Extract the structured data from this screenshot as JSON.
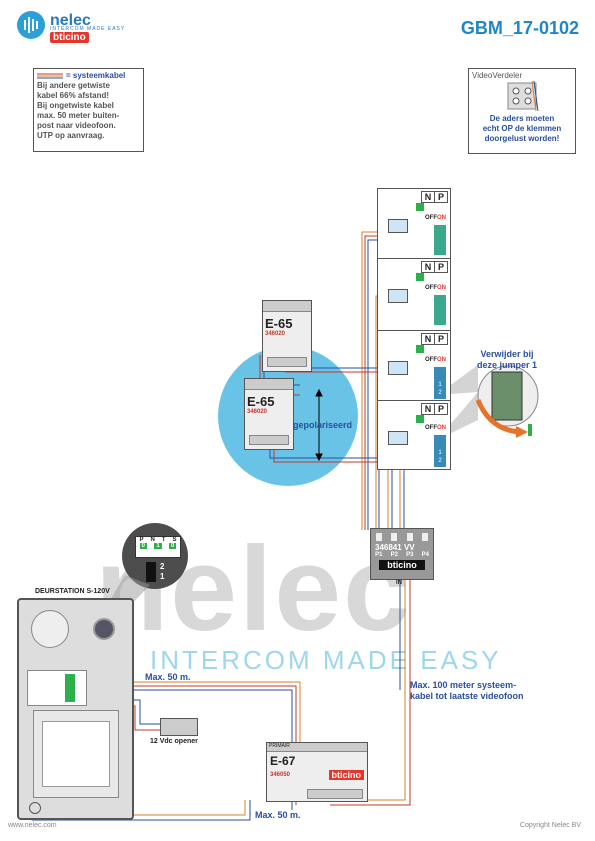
{
  "header": {
    "logo_name": "nelec",
    "logo_tagline": "INTERCOM MADE EASY",
    "logo_brand": "bticino",
    "document_id": "GBM_17-0102"
  },
  "legend_note": {
    "title": "= systeemkabel",
    "lines": [
      "Bij andere getwiste",
      "kabel 66% afstand!",
      "Bij ongetwiste kabel",
      "max. 50 meter buiten-",
      "post naar videofoon.",
      "UTP op aanvraag."
    ]
  },
  "distributor_note": {
    "title": "VideoVerdeler",
    "lines": [
      "De aders moeten",
      "echt OP de klemmen",
      "doorgelust worden!"
    ]
  },
  "monitors": [
    {
      "n": "N",
      "p": "P",
      "off": "OFF",
      "on": "ON"
    },
    {
      "n": "N",
      "p": "P",
      "off": "OFF",
      "on": "ON"
    },
    {
      "n": "N",
      "p": "P",
      "off": "OFF",
      "on": "ON",
      "terminals": [
        "1",
        "2"
      ]
    },
    {
      "n": "N",
      "p": "P",
      "off": "OFF",
      "on": "ON",
      "terminals": [
        "1",
        "2"
      ]
    }
  ],
  "power_supplies": [
    {
      "model": "E-65",
      "code": "346020"
    },
    {
      "model": "E-65",
      "code": "346020"
    }
  ],
  "polarity_label": "gepolariseerd",
  "jumper_note": [
    "Verwijder bij",
    "deze jumper 1"
  ],
  "video_distributor": {
    "code": "346841",
    "terminals": [
      "P1",
      "P2",
      "P3",
      "P4"
    ],
    "vv": "VV",
    "brand": "bticino",
    "in": "IN"
  },
  "door_station": {
    "title": "DEURSTATION S-120V",
    "switch_labels": [
      "P",
      "N",
      "T",
      "S"
    ],
    "switch_values": [
      "0",
      "1",
      "0"
    ],
    "dip_labels": [
      "2",
      "1"
    ]
  },
  "opener_label": "12 Vdc opener",
  "cable_label_1": "Max. 50 m.",
  "cable_label_2": "Max. 50 m.",
  "system_cable_note": [
    "Max. 100 meter systeem-",
    "kabel tot laatste videofoon"
  ],
  "main_supply": {
    "model": "E-67",
    "code": "346050",
    "primary": "PRIMAIR",
    "brand": "bticino"
  },
  "watermark": {
    "word": "nelec",
    "tagline": "INTERCOM MADE EASY"
  },
  "footer": {
    "website": "www.nelec.com",
    "copyright": "Copyright Nelec BV"
  },
  "colors": {
    "brand_blue": "#1f86c7",
    "cable_red": "#c0392b",
    "cable_blue": "#2a4f9e",
    "cable_orange": "#d9802b",
    "accent_green": "#2bb04a",
    "bticino_red": "#e8352a"
  }
}
